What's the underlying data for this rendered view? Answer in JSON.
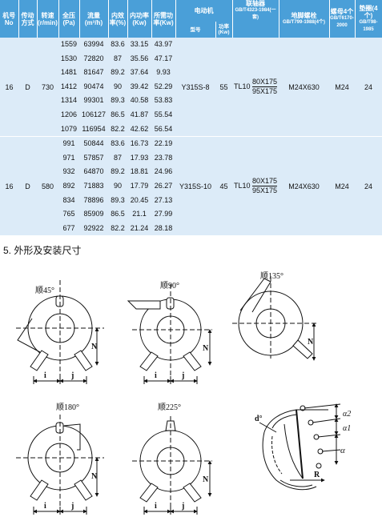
{
  "table": {
    "headers": {
      "machine_no": "机号No",
      "drive": "传动方式",
      "speed": "转速(r/min)",
      "pressure": "全压(Pa)",
      "flow": "流量(m³/h)",
      "eff": "内效率(%)",
      "shaft_power": "内功率(Kw)",
      "req_power": "所需功率(Kw)",
      "motor": "电动机",
      "motor_model": "型号",
      "motor_power": "功率(Kw)",
      "coupling": "联轴器",
      "coupling_std": "GB/T4323-1984(一套)",
      "anchor": "地脚螺栓",
      "anchor_std": "GB/T799-1988(4个)",
      "nut": "螺母4个",
      "nut_std": "GB/T6170-2000",
      "washer": "垫圈(4个)",
      "washer_std": "GB/T98-1985"
    },
    "groups": [
      {
        "machine_no": "16",
        "drive": "D",
        "speed": "730",
        "rows": [
          [
            "1559",
            "63994",
            "83.6",
            "33.15",
            "43.97"
          ],
          [
            "1530",
            "72820",
            "87",
            "35.56",
            "47.17"
          ],
          [
            "1481",
            "81647",
            "89.2",
            "37.64",
            "9.93"
          ],
          [
            "1412",
            "90474",
            "90",
            "39.42",
            "52.29"
          ],
          [
            "1314",
            "99301",
            "89.3",
            "40.58",
            "53.83"
          ],
          [
            "1206",
            "106127",
            "86.5",
            "41.87",
            "55.54"
          ],
          [
            "1079",
            "116954",
            "82.2",
            "42.62",
            "56.54"
          ]
        ],
        "motor_model": "Y315S-8",
        "motor_power": "55",
        "coupling_prefix": "TL10",
        "coupling_top": "80X175",
        "coupling_bottom": "95X175",
        "anchor": "M24X630",
        "nut": "M24",
        "washer": "24"
      },
      {
        "machine_no": "16",
        "drive": "D",
        "speed": "580",
        "rows": [
          [
            "991",
            "50844",
            "83.6",
            "16.73",
            "22.19"
          ],
          [
            "971",
            "57857",
            "87",
            "17.93",
            "23.78"
          ],
          [
            "932",
            "64870",
            "89.2",
            "18.81",
            "24.96"
          ],
          [
            "892",
            "71883",
            "90",
            "17.79",
            "26.27"
          ],
          [
            "834",
            "78896",
            "89.3",
            "20.45",
            "27.13"
          ],
          [
            "765",
            "85909",
            "86.5",
            "21.1",
            "27.99"
          ],
          [
            "677",
            "92922",
            "82.2",
            "21.24",
            "28.18"
          ]
        ],
        "motor_model": "Y315S-10",
        "motor_power": "45",
        "coupling_prefix": "TL10",
        "coupling_top": "80X175",
        "coupling_bottom": "95X175",
        "anchor": "M24X630",
        "nut": "M24",
        "washer": "24"
      }
    ]
  },
  "section_title": "5. 外形及安装尺寸",
  "drawings": {
    "labels": {
      "rot45": "顺45°",
      "rot90": "顺90°",
      "rot135": "顺135°",
      "rot180": "顺180°",
      "rot225": "顺225°",
      "i": "i",
      "j": "j",
      "N": "N",
      "d": "d°",
      "a2": "α2",
      "a1": "α1",
      "a": "α",
      "R": "R"
    }
  }
}
